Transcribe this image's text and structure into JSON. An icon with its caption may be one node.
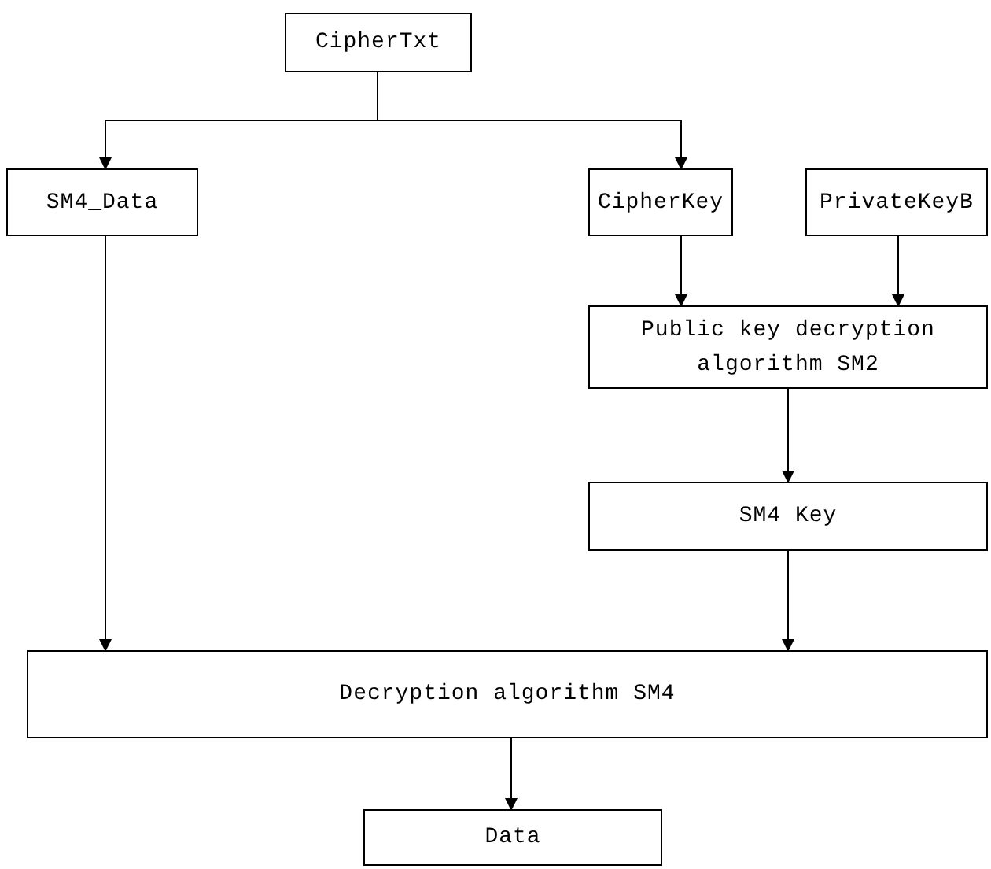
{
  "diagram": {
    "nodes": [
      {
        "text": [
          "CipherTxt"
        ]
      },
      {
        "text": [
          "SM4_Data"
        ]
      },
      {
        "text": [
          "CipherKey"
        ]
      },
      {
        "text": [
          "PrivateKeyB"
        ]
      },
      {
        "text": [
          "Public key decryption algorithm SM2"
        ]
      },
      {
        "text": [
          "SM4 Key"
        ]
      },
      {
        "text": [
          "Decryption algorithm SM4"
        ]
      },
      {
        "text": [
          "Data"
        ]
      }
    ],
    "edges": [
      {
        "from": 0,
        "to": 1,
        "arrow": "to"
      },
      {
        "from": 0,
        "to": 2,
        "arrow": "to"
      },
      {
        "from": 2,
        "to": 4,
        "arrow": "to"
      },
      {
        "from": 3,
        "to": 4,
        "arrow": "to"
      },
      {
        "from": 4,
        "to": 5,
        "arrow": "to"
      },
      {
        "from": 1,
        "to": 6,
        "arrow": "to"
      },
      {
        "from": 5,
        "to": 6,
        "arrow": "to"
      },
      {
        "from": 6,
        "to": 7,
        "arrow": "to"
      }
    ]
  }
}
